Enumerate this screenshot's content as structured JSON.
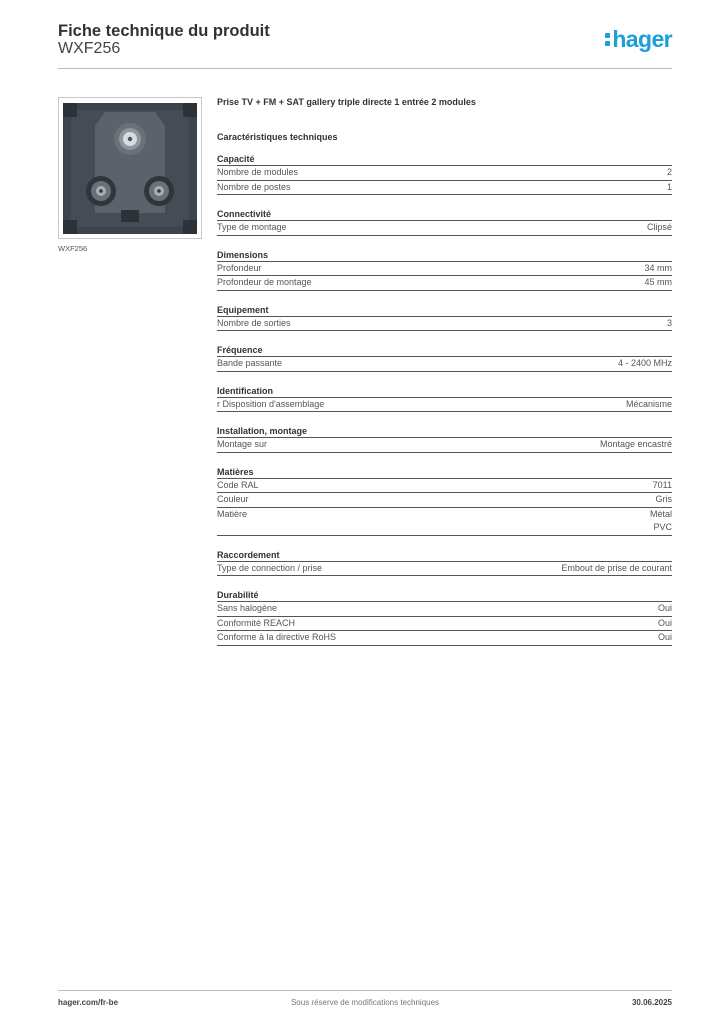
{
  "header": {
    "title": "Fiche technique du produit",
    "subtitle": "WXF256",
    "brand": "hager"
  },
  "image": {
    "caption": "WXF256"
  },
  "product": {
    "title": "Prise  TV + FM + SAT gallery  triple directe 1 entrée 2 modules",
    "section": "Caractéristiques techniques"
  },
  "groups": [
    {
      "title": "Capacité",
      "rows": [
        {
          "label": "Nombre de modules",
          "value": "2"
        },
        {
          "label": "Nombre de postes",
          "value": "1"
        }
      ]
    },
    {
      "title": "Connectivité",
      "rows": [
        {
          "label": "Type de montage",
          "value": "Clipsé"
        }
      ]
    },
    {
      "title": "Dimensions",
      "rows": [
        {
          "label": "Profondeur",
          "value": "34 mm"
        },
        {
          "label": "Profondeur de montage",
          "value": "45 mm"
        }
      ]
    },
    {
      "title": "Equipement",
      "rows": [
        {
          "label": "Nombre de sorties",
          "value": "3"
        }
      ]
    },
    {
      "title": "Fréquence",
      "rows": [
        {
          "label": "Bande passante",
          "value": "4 - 2400 MHz"
        }
      ]
    },
    {
      "title": "Identification",
      "rows": [
        {
          "label": "r Disposition d'assemblage",
          "value": "Mécanisme"
        }
      ]
    },
    {
      "title": "Installation, montage",
      "rows": [
        {
          "label": "Montage sur",
          "value": "Montage encastré"
        }
      ]
    },
    {
      "title": "Matières",
      "rows": [
        {
          "label": "Code RAL",
          "value": "7011"
        },
        {
          "label": "Couleur",
          "value": "Gris"
        },
        {
          "label": "Matière",
          "value": "Métal\nPVC"
        }
      ]
    },
    {
      "title": "Raccordement",
      "rows": [
        {
          "label": "Type de connection / prise",
          "value": "Embout de prise de courant"
        }
      ]
    },
    {
      "title": "Durabilité",
      "rows": [
        {
          "label": "Sans halogène",
          "value": "Oui"
        },
        {
          "label": "Conformité REACH",
          "value": "Oui"
        },
        {
          "label": "Conforme à la directive RoHS",
          "value": "Oui"
        }
      ]
    }
  ],
  "footer": {
    "website": "hager.com/fr-be",
    "notice": "Sous réserve de modifications techniques",
    "date": "30.06.2025"
  },
  "colors": {
    "brand": "#1a9fd8",
    "text": "#333333",
    "device": "#3c434c"
  }
}
